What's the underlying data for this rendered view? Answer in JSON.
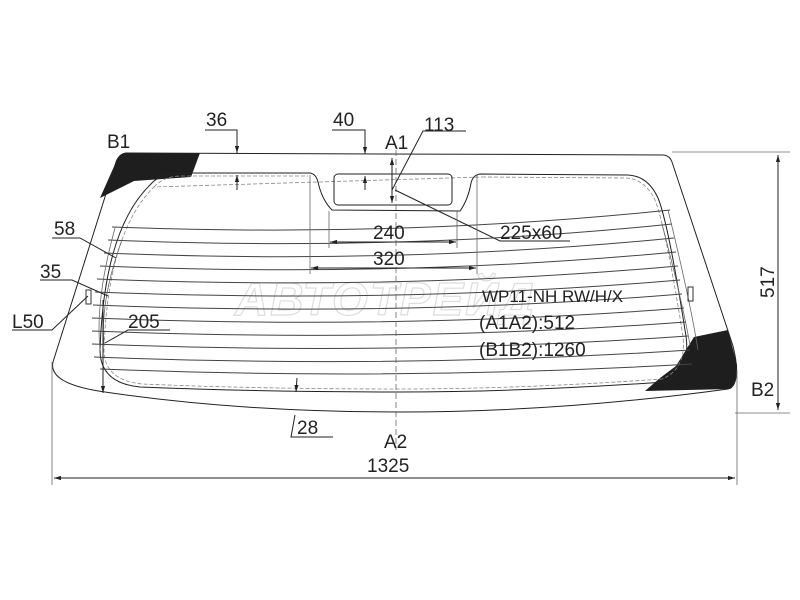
{
  "watermark": "АВТОТРЕЙД",
  "part": {
    "code": "WP11-NH RW/H/X",
    "a1a2": "(A1A2):512",
    "b1b2": "(B1B2):1260"
  },
  "points": {
    "a1": "A1",
    "a2": "A2",
    "b1": "B1",
    "b2": "B2"
  },
  "dimensions": {
    "top_band": "36",
    "sensor_offset": "40",
    "sensor_height": "113",
    "sensor_size": "225x60",
    "notch_inner": "240",
    "notch_outer": "320",
    "side_58": "58",
    "side_35": "35",
    "l50": "L50",
    "d205": "205",
    "bottom_28": "28",
    "height": "517",
    "width": "1325"
  },
  "colors": {
    "line": "#222222",
    "black_print": "#1e1e1e"
  }
}
